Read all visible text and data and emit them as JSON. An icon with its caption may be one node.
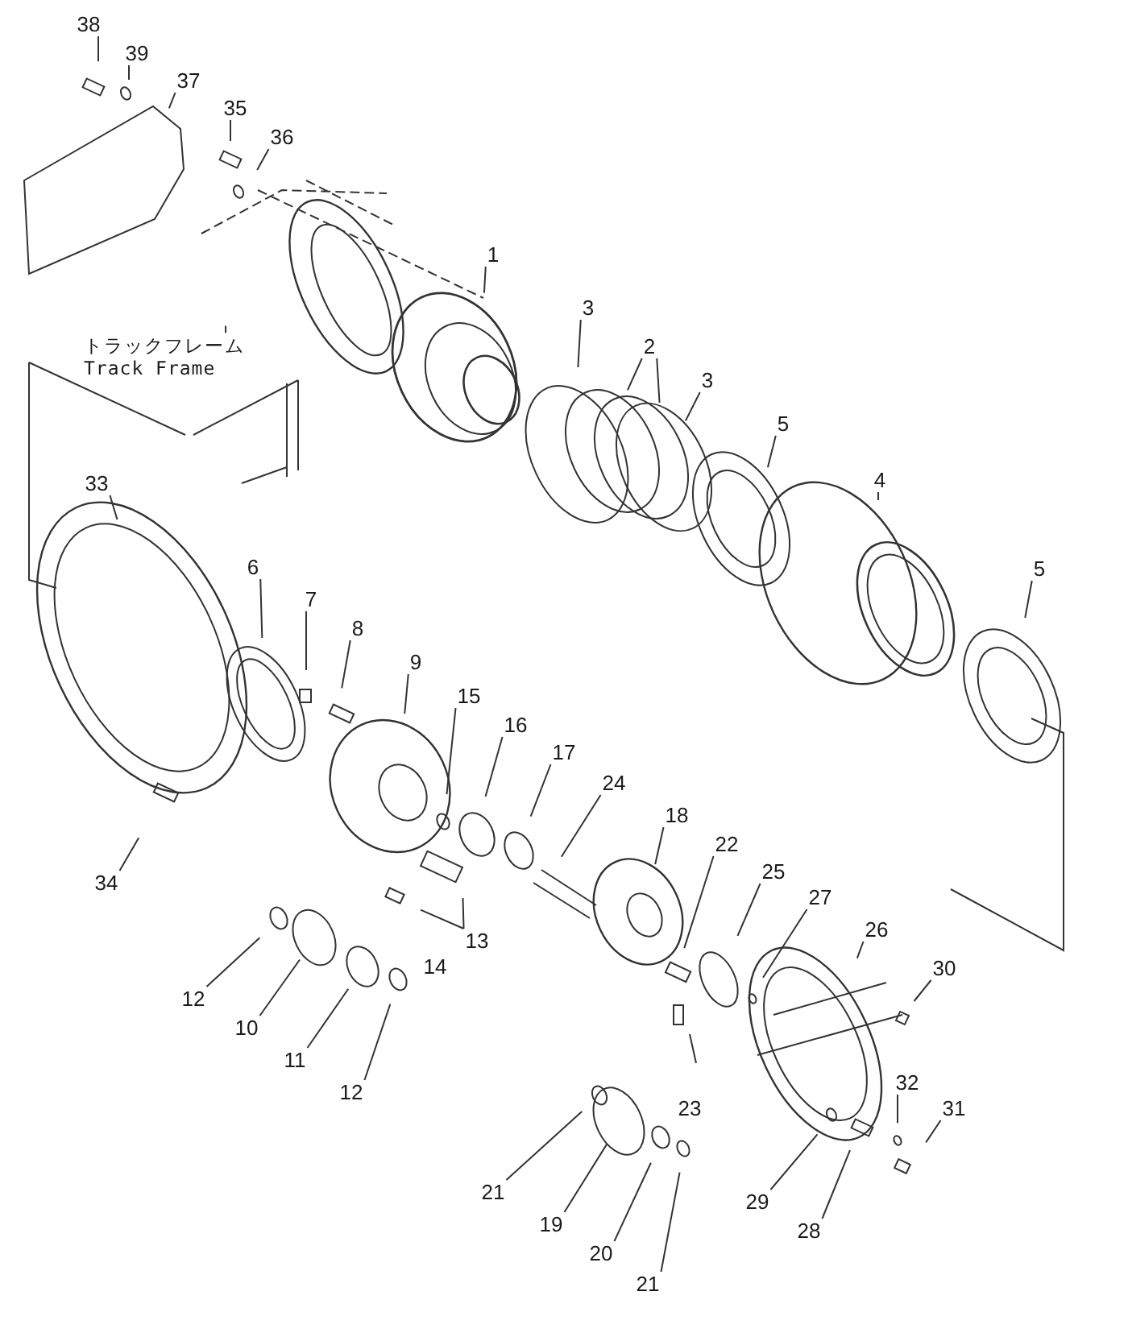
{
  "diagram": {
    "nodes": [
      {
        "text": [
          "38"
        ]
      },
      {
        "text": [
          "39"
        ]
      },
      {
        "text": [
          "37"
        ]
      },
      {
        "text": [
          "35"
        ]
      },
      {
        "text": [
          "36"
        ]
      },
      {
        "text": [
          "トラックフレーム Track Frame"
        ]
      },
      {
        "text": [
          "1"
        ]
      },
      {
        "text": [
          "3"
        ]
      },
      {
        "text": [
          "2"
        ]
      },
      {
        "text": [
          "3"
        ]
      },
      {
        "text": [
          "5"
        ]
      },
      {
        "text": [
          "4"
        ]
      },
      {
        "text": [
          "5"
        ]
      },
      {
        "text": [
          "33"
        ]
      },
      {
        "text": [
          "6"
        ]
      },
      {
        "text": [
          "7"
        ]
      },
      {
        "text": [
          "8"
        ]
      },
      {
        "text": [
          "9"
        ]
      },
      {
        "text": [
          "15"
        ]
      },
      {
        "text": [
          "16"
        ]
      },
      {
        "text": [
          "17"
        ]
      },
      {
        "text": [
          "24"
        ]
      },
      {
        "text": [
          "18"
        ]
      },
      {
        "text": [
          "22"
        ]
      },
      {
        "text": [
          "25"
        ]
      },
      {
        "text": [
          "27"
        ]
      },
      {
        "text": [
          "26"
        ]
      },
      {
        "text": [
          "30"
        ]
      },
      {
        "text": [
          "34"
        ]
      },
      {
        "text": [
          "13"
        ]
      },
      {
        "text": [
          "12"
        ]
      },
      {
        "text": [
          "10"
        ]
      },
      {
        "text": [
          "11"
        ]
      },
      {
        "text": [
          "12"
        ]
      },
      {
        "text": [
          "21"
        ]
      },
      {
        "text": [
          "19"
        ]
      },
      {
        "text": [
          "20"
        ]
      },
      {
        "text": [
          "21"
        ]
      },
      {
        "text": [
          "29"
        ]
      },
      {
        "text": [
          "28"
        ]
      },
      {
        "text": [
          "32"
        ]
      },
      {
        "text": [
          "31"
        ]
      }
    ],
    "edges": [
      {
        "from": 0,
        "to": null,
        "arrow": "none"
      },
      {
        "from": 1,
        "to": null,
        "arrow": "none"
      },
      {
        "from": 2,
        "to": null,
        "arrow": "none"
      },
      {
        "from": 3,
        "to": null,
        "arrow": "none"
      },
      {
        "from": 4,
        "to": null,
        "arrow": "none"
      },
      {
        "from": 5,
        "to": null,
        "arrow": "none"
      },
      {
        "from": 6,
        "to": null,
        "arrow": "none"
      },
      {
        "from": 7,
        "to": null,
        "arrow": "none"
      },
      {
        "from": 8,
        "to": null,
        "arrow": "none"
      },
      {
        "from": 8,
        "to": null,
        "arrow": "none"
      },
      {
        "from": 9,
        "to": null,
        "arrow": "none"
      },
      {
        "from": 10,
        "to": null,
        "arrow": "none"
      },
      {
        "from": 11,
        "to": null,
        "arrow": "none"
      },
      {
        "from": 12,
        "to": null,
        "arrow": "none"
      },
      {
        "from": 13,
        "to": null,
        "arrow": "none"
      },
      {
        "from": 14,
        "to": null,
        "arrow": "none"
      },
      {
        "from": 15,
        "to": null,
        "arrow": "none"
      },
      {
        "from": 16,
        "to": null,
        "arrow": "none"
      },
      {
        "from": 17,
        "to": null,
        "arrow": "none"
      },
      {
        "from": 18,
        "to": null,
        "arrow": "none"
      },
      {
        "from": 19,
        "to": null,
        "arrow": "none"
      },
      {
        "from": 20,
        "to": null,
        "arrow": "none"
      },
      {
        "from": 21,
        "to": null,
        "arrow": "none"
      },
      {
        "from": 22,
        "to": null,
        "arrow": "none"
      },
      {
        "from": 23,
        "to": null,
        "arrow": "none"
      },
      {
        "from": 24,
        "to": null,
        "arrow": "none"
      },
      {
        "from": 25,
        "to": null,
        "arrow": "none"
      },
      {
        "from": 26,
        "to": null,
        "arrow": "none"
      },
      {
        "from": 27,
        "to": null,
        "arrow": "none"
      },
      {
        "from": 28,
        "to": null,
        "arrow": "none"
      },
      {
        "from": 29,
        "to": null,
        "arrow": "none"
      },
      {
        "from": 29,
        "to": null,
        "arrow": "none"
      },
      {
        "from": 30,
        "to": null,
        "arrow": "none"
      },
      {
        "from": 31,
        "to": null,
        "arrow": "none"
      },
      {
        "from": 32,
        "to": null,
        "arrow": "none"
      },
      {
        "from": 33,
        "to": null,
        "arrow": "none"
      },
      {
        "from": 34,
        "to": null,
        "arrow": "none"
      },
      {
        "from": 35,
        "to": null,
        "arrow": "none"
      },
      {
        "from": 36,
        "to": null,
        "arrow": "none"
      },
      {
        "from": 37,
        "to": null,
        "arrow": "none"
      },
      {
        "from": 38,
        "to": null,
        "arrow": "none"
      },
      {
        "from": 39,
        "to": null,
        "arrow": "none"
      },
      {
        "from": 40,
        "to": null,
        "arrow": "none"
      },
      {
        "from": 41,
        "to": null,
        "arrow": "none"
      }
    ],
    "labels": [
      "14",
      "23"
    ]
  }
}
